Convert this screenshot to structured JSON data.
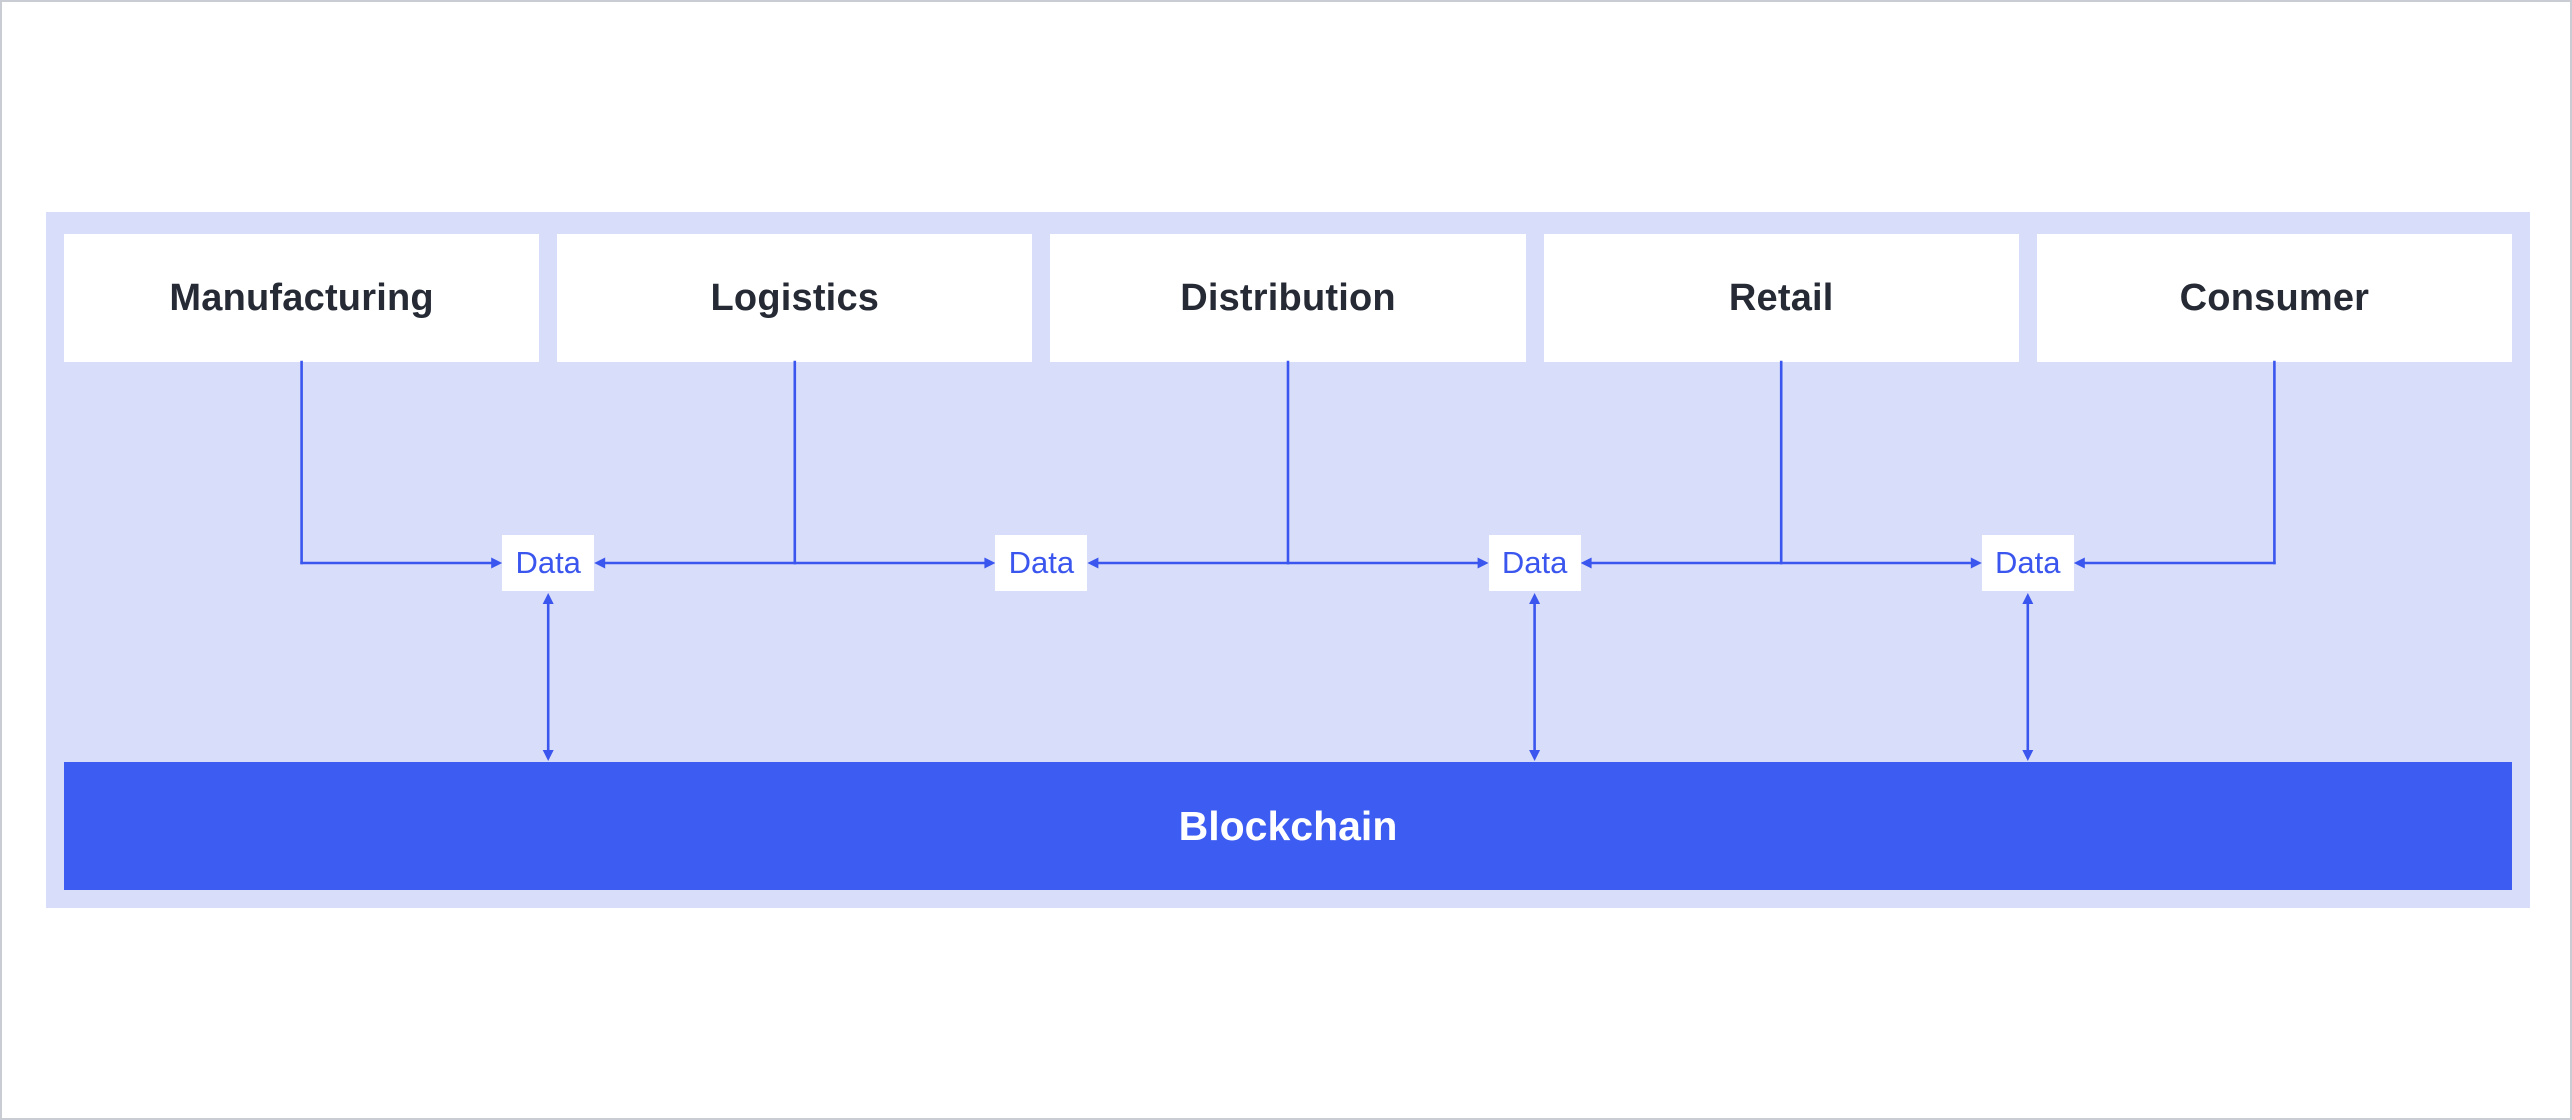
{
  "diagram": {
    "stages": [
      {
        "label": "Manufacturing"
      },
      {
        "label": "Logistics"
      },
      {
        "label": "Distribution"
      },
      {
        "label": "Retail"
      },
      {
        "label": "Consumer"
      }
    ],
    "data_nodes": [
      {
        "label": "Data",
        "connected_to_blockchain": true
      },
      {
        "label": "Data",
        "connected_to_blockchain": false
      },
      {
        "label": "Data",
        "connected_to_blockchain": true
      },
      {
        "label": "Data",
        "connected_to_blockchain": true
      }
    ],
    "blockchain": {
      "label": "Blockchain"
    }
  },
  "colors": {
    "panel_background": "#d8ddfa",
    "node_background": "#ffffff",
    "stage_text": "#252a34",
    "accent_blue": "#3a56ee",
    "blockchain_bar": "#3d5cf2",
    "blockchain_text": "#ffffff",
    "outer_border": "#c9ccd2"
  }
}
